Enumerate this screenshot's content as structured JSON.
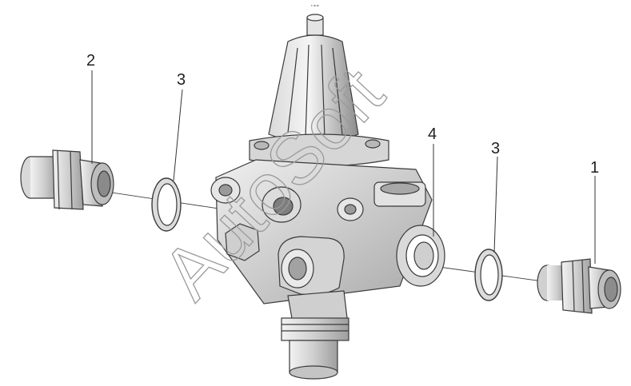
{
  "diagram": {
    "top_mark": "·--",
    "watermark": "AutoSoft",
    "callouts": [
      {
        "id": "callout-1",
        "label": "1"
      },
      {
        "id": "callout-2",
        "label": "2"
      },
      {
        "id": "callout-3-left",
        "label": "3"
      },
      {
        "id": "callout-3-right",
        "label": "3"
      },
      {
        "id": "callout-4",
        "label": "4"
      }
    ]
  }
}
